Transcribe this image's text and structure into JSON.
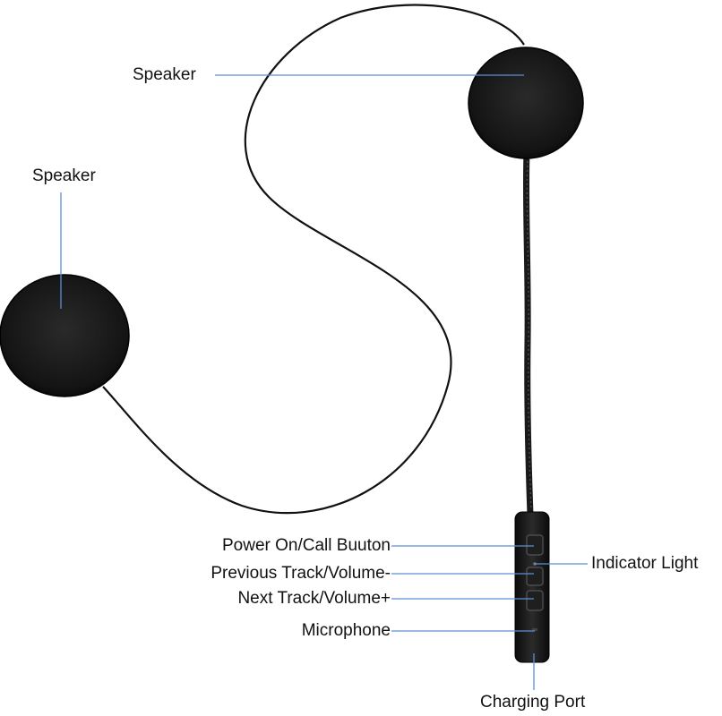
{
  "labels": {
    "speaker_top": "Speaker",
    "speaker_left": "Speaker",
    "power_button": "Power On/Call Buuton",
    "previous_track": "Previous Track/Volume-",
    "next_track": "Next Track/Volume+",
    "microphone": "Microphone",
    "indicator_light": "Indicator Light",
    "charging_port": "Charging Port"
  },
  "colors": {
    "leader_line": "#5b8fd6",
    "device_body": "#1a1a1a",
    "cable": "#111111",
    "background": "#ffffff"
  }
}
